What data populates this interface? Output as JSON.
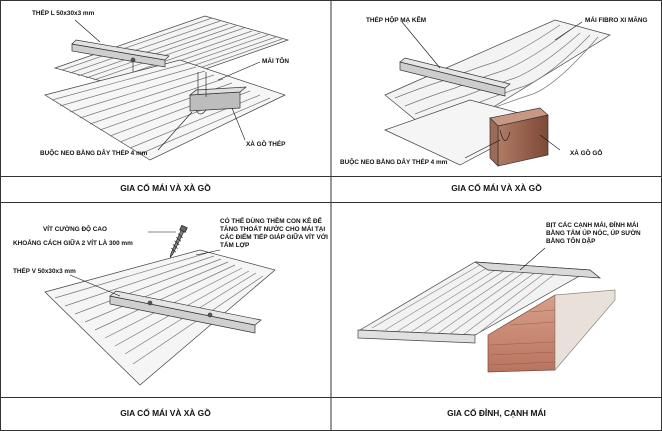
{
  "panels": [
    {
      "caption": "GIA CỐ MÁI VÀ XÀ GỒ",
      "labels": {
        "steel_angle": "THÉP L 50x30x3 mm",
        "roof_sheet": "MÁI TÔN",
        "purlin": "XÀ GỒ THÉP",
        "wire_tie": "BUỘC NEO BẰNG DÂY THÉP 4 mm"
      }
    },
    {
      "caption": "GIA CỐ MÁI VÀ XÀ GỒ",
      "labels": {
        "box_steel": "THÉP HỘP MẠ KẼM",
        "fibro_roof": "MÁI FIBRO XI MĂNG",
        "wire_tie": "BUỘC NEO BẰNG DÂY THÉP 4 mm",
        "purlin": "XÀ GỒ GỖ"
      }
    },
    {
      "caption": "GIA CỐ MÁI VÀ XÀ GỒ",
      "labels": {
        "screw": "VÍT CƯỜNG ĐỘ CAO",
        "spacing": "KHOẢNG CÁCH GIỮA 2 VÍT LÀ 300 mm",
        "steel_v": "THÉP V 50x30x3 mm",
        "note": "CÓ THỂ DÙNG THÊM CON KÊ ĐỂ TĂNG THOÁT NƯỚC CHO MÁI TẠI CÁC ĐIỂM TIẾP GIÁP GIỮA VÍT VỚI TẤM LỢP"
      }
    },
    {
      "caption": "GIA CỐ ĐỈNH, CẠNH MÁI",
      "labels": {
        "note": "BỊT CÁC CẠNH MÁI, ĐỈNH MÁI BẰNG TẤM ÚP NÓC, ÚP SƯỜN BẰNG TÔN DẬP"
      }
    }
  ]
}
